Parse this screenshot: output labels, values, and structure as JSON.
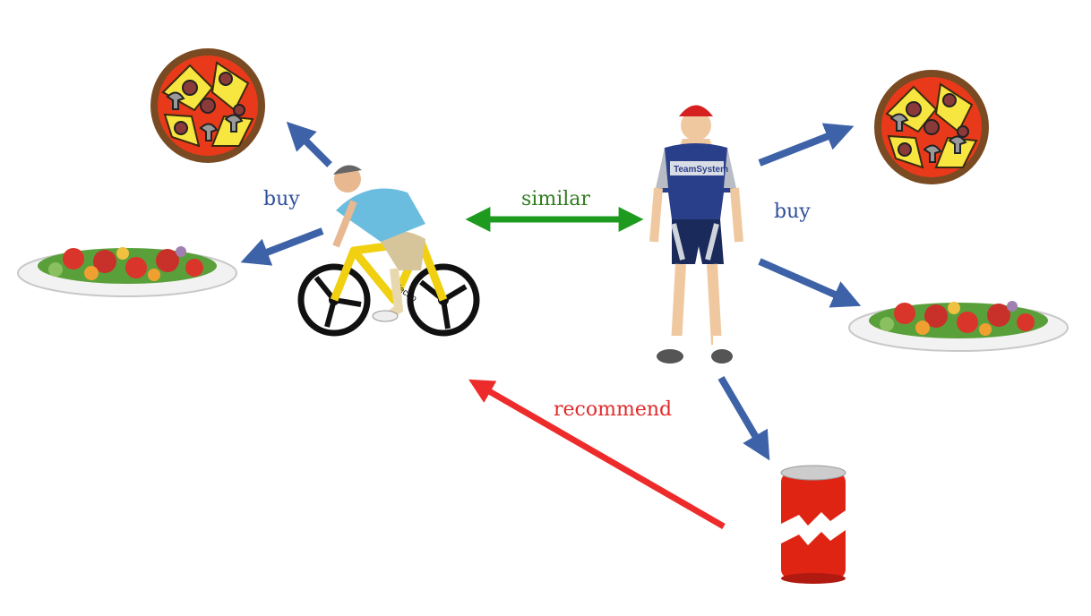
{
  "labels": {
    "buy_left": "buy",
    "similar": "similar",
    "buy_right": "buy",
    "recommend": "recommend"
  },
  "illustration_text": {
    "bike_brand": "electro",
    "jersey_brand": "TeamSystem"
  },
  "colors": {
    "buy_arrow": "#3d62a8",
    "similar_arrow": "#1e9a1e",
    "recommend_arrow": "#ee2b2b",
    "buy_text": "#2d4f9a",
    "similar_text": "#2e7d1e",
    "recommend_text": "#e02a2a"
  }
}
